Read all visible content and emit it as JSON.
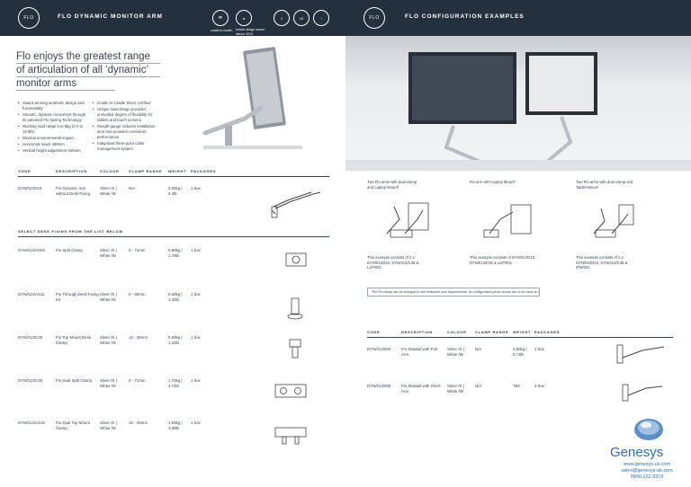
{
  "left_header": {
    "logo": "FLO",
    "title": "FLO DYNAMIC MONITOR ARM",
    "award_text": "reddot design award winner 2013",
    "badge_cradle": "cradle to cradle",
    "badge_one": "1",
    "badge_two": "10"
  },
  "right_header": {
    "logo": "FLO",
    "title": "FLO CONFIGURATION EXAMPLES"
  },
  "headline": {
    "line1": "Flo enjoys the greatest range",
    "line2": "of articulation of all ‘dynamic’",
    "line3": "monitor arms"
  },
  "features_left": [
    "Award winning aesthetic design and functionality",
    "Smooth, dynamic movement through its patented Flo Spring Technology",
    "Working load range 0 to 9kg (0.0 to 19.8lb)",
    "Minimal environmental impact",
    "Horizontal reach 458mm",
    "Vertical height adjustment 345mm"
  ],
  "features_right": [
    "Cradle to Cradle Silver certified",
    "Unique load design provides unrivalled degree of flexibility for tablets and touch screens",
    "Weight gauge reduces installation time and provides consistent performance",
    "Integrated three-point cable management system"
  ],
  "table_headers": {
    "code": "CODE",
    "description": "DESCRIPTION",
    "colour": "COLOUR",
    "clamp_range": "CLAMP RANGE",
    "weight": "WEIGHT",
    "packaged": "PACKAGED"
  },
  "main_product": {
    "code": "DYN/013/010",
    "description": "Flo Dynamic Arm without Desk Fixing",
    "colour": "Silver /S | White /W",
    "clamp_range": "N/A",
    "weight": "2.05kg | 4.4lb",
    "packaged": "1 box"
  },
  "desk_fixing_label": "SELECT DESK FIXING FROM THE LIST BELOW",
  "desk_fixings": [
    {
      "code": "DYN/013/AS09",
      "description": "Flo Split Clamp",
      "colour": "Silver /S | White /W",
      "clamp_range": "0 - 71mm",
      "weight": "0.80kg | 1.76lb",
      "packaged": "1 box"
    },
    {
      "code": "DYN/013/AS11",
      "description": "Flo Through Desk Fixing Kit",
      "colour": "Silver /S | White /W",
      "clamp_range": "0 - 50mm",
      "weight": "0.60kg | 1.32lb",
      "packaged": "1 box"
    },
    {
      "code": "DYN/013/C25",
      "description": "Flo Top Mount Desk Clamp",
      "colour": "Silver /S | White /W",
      "clamp_range": "12 - 25mm",
      "weight": "0.60kg | 1.32lb",
      "packaged": "1 box"
    },
    {
      "code": "DYN/013/C36",
      "description": "Flo Dual Split Clamp",
      "colour": "Silver /S | White /W",
      "clamp_range": "0 - 71mm",
      "weight": "1.70kg | 3.74lb",
      "packaged": "1 box"
    },
    {
      "code": "DYN/013/AS18",
      "description": "Flo Dual Top Mount Clamp",
      "colour": "Silver /S | White /W",
      "clamp_range": "12 - 25mm",
      "weight": "1.50kg | 3.30lb",
      "packaged": "1 box"
    }
  ],
  "examples": [
    {
      "title": "Two Flo arms with dual clamp and Laptop Mount*",
      "detail": "This example consists of 2 x DYN/013/010, DYN/013/C36 & LAP/001"
    },
    {
      "title": "Flo arm with Laptop Mount*",
      "detail": "This example consists of DYN/013/010, DYN/013/C36 & LAP/001"
    },
    {
      "title": "Two Flo arms with dual clamp and Tablet Mount*",
      "detail": "This example consists of 2 x DYN/013/010, DYN/013/C36 & IPM/001"
    }
  ],
  "note": "The Flo clamp can be changed to suit individual user requirements. All configuration prices shown are to be used as a guide only.",
  "right_products": [
    {
      "code": "DYN/013/004",
      "description": "Flo Slatwall with Full Arm",
      "colour": "Silver /S | White /W",
      "clamp_range": "N/A",
      "weight": "2.60kg | 5.73lb",
      "packaged": "1 box"
    },
    {
      "code": "DYN/013/005",
      "description": "Flo Slatwall with Short Arm",
      "colour": "Silver /S | White /W",
      "clamp_range": "N/A",
      "weight": "TBC",
      "packaged": "1 box"
    }
  ],
  "brand": {
    "name": "Genesys",
    "website": "www.genesys-uk.com",
    "email": "sales@genesys-uk.com",
    "phone": "0800-122-3319",
    "color": "#2f6fb3"
  }
}
